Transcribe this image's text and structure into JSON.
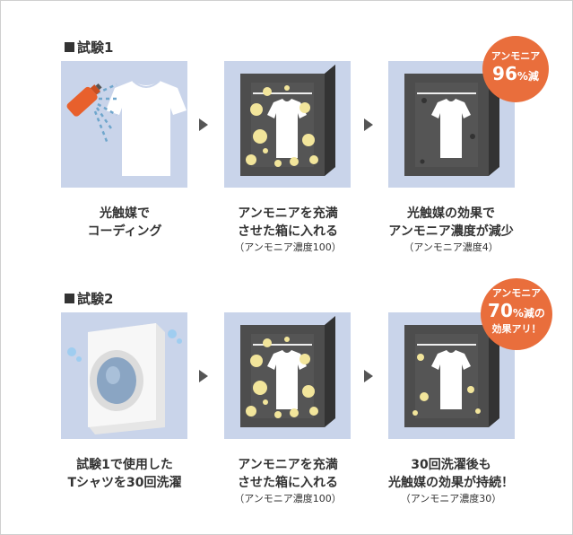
{
  "test1": {
    "title": "試験1",
    "captions": [
      {
        "line1": "光触媒で",
        "line2": "コーディング",
        "sub": ""
      },
      {
        "line1": "アンモニアを充満",
        "line2": "させた箱に入れる",
        "sub": "（アンモニア濃度100）"
      },
      {
        "line1": "光触媒の効果で",
        "line2": "アンモニア濃度が減少",
        "sub": "（アンモニア濃度4）"
      }
    ],
    "badge": {
      "line1": "アンモニア",
      "big": "96",
      "unit": "%",
      "after": "減"
    }
  },
  "test2": {
    "title": "試験2",
    "captions": [
      {
        "line1": "試験1で使用した",
        "line2": "Tシャツを30回洗濯",
        "sub": ""
      },
      {
        "line1": "アンモニアを充満",
        "line2": "させた箱に入れる",
        "sub": "（アンモニア濃度100）"
      },
      {
        "line1": "30回洗濯後も",
        "line2": "光触媒の効果が持続！",
        "sub": "（アンモニア濃度30）"
      }
    ],
    "badge": {
      "line1": "アンモニア",
      "big": "70",
      "unit": "%",
      "after": "減の",
      "line3": "効果アリ！"
    }
  },
  "colors": {
    "panel_bg": "#c9d4ea",
    "box_dark": "#4a4a4a",
    "bubble": "#f2e59b",
    "badge": "#e96e3c",
    "spray": "#e8602c",
    "mist": "#6fa6cc"
  },
  "icons": [
    "tshirt-icon",
    "spray-can-icon",
    "closet-box-icon",
    "washing-machine-icon",
    "arrow-right-icon"
  ]
}
